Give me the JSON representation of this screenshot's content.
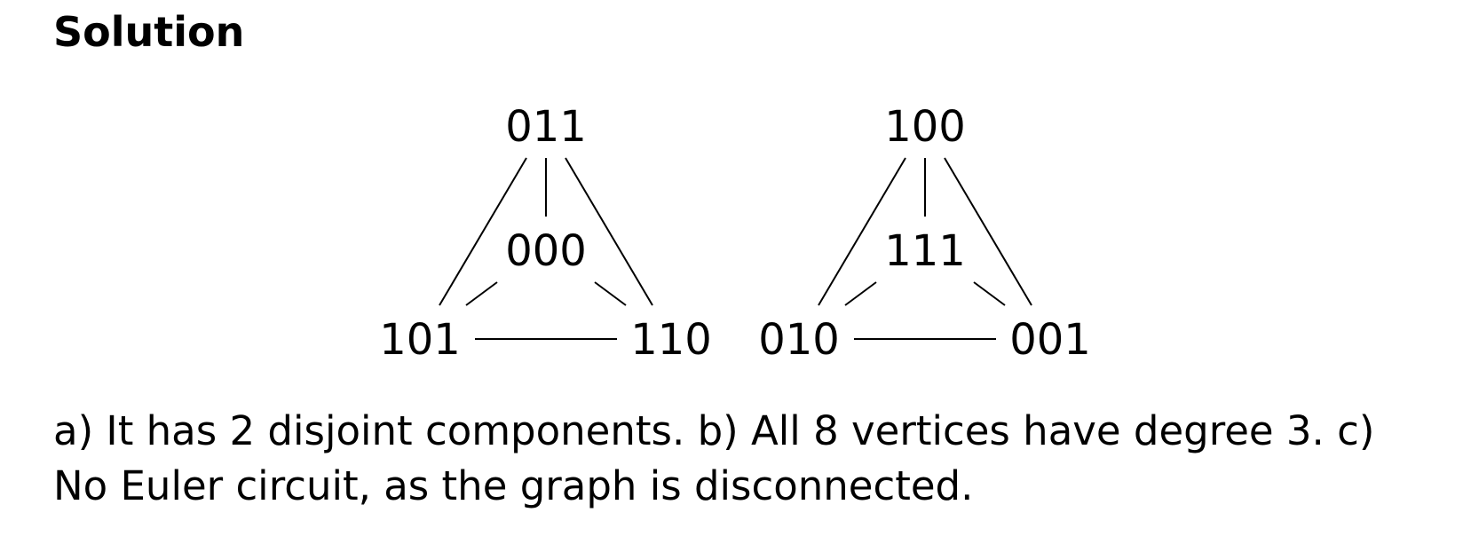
{
  "heading": "Solution",
  "graph": {
    "components": [
      {
        "top": "011",
        "center": "000",
        "left": "101",
        "right": "110"
      },
      {
        "top": "100",
        "center": "111",
        "left": "010",
        "right": "001"
      }
    ]
  },
  "answer": {
    "line1": "a) It has 2 disjoint components. b) All 8 vertices have degree 3. c)",
    "line2": "No Euler circuit, as the graph is disconnected."
  }
}
